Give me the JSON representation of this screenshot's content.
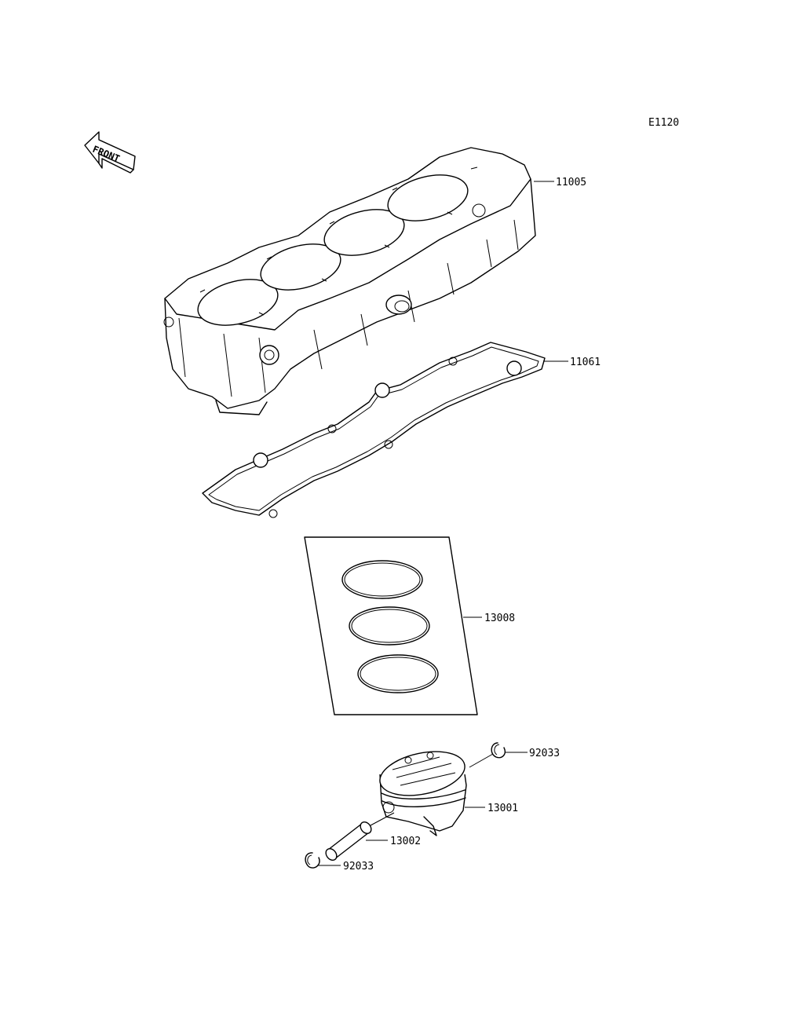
{
  "diagram_code": "E1120",
  "front_arrow": {
    "text": "FRONT",
    "icon": "front-arrow-icon"
  },
  "parts": [
    {
      "number": "11005"
    },
    {
      "number": "11061"
    },
    {
      "number": "13008"
    },
    {
      "number": "92033"
    },
    {
      "number": "13001"
    },
    {
      "number": "13002"
    },
    {
      "number": "92033"
    }
  ]
}
